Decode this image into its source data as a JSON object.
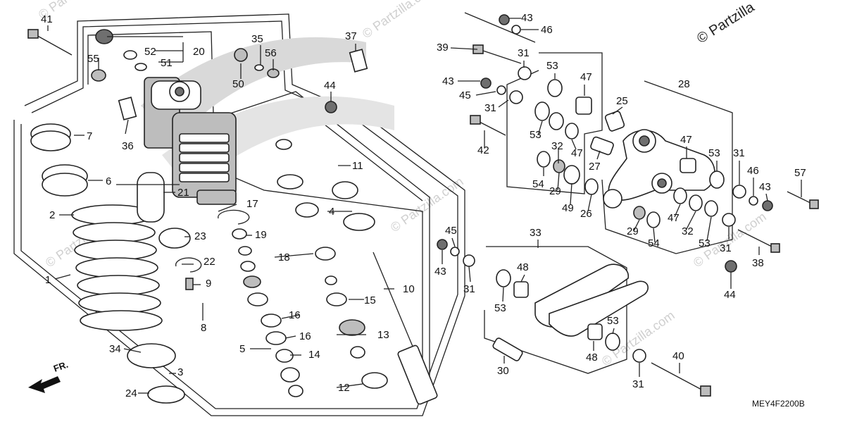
{
  "copyright": "© Partzilla",
  "watermark": "© Partzilla.com",
  "front_label": "FR.",
  "reference_code": "MEY4F2200B",
  "callouts": [
    "1",
    "2",
    "3",
    "4",
    "5",
    "6",
    "7",
    "8",
    "9",
    "10",
    "11",
    "12",
    "13",
    "14",
    "15",
    "16",
    "17",
    "18",
    "19",
    "20",
    "21",
    "22",
    "23",
    "24",
    "25",
    "26",
    "27",
    "28",
    "29",
    "30",
    "31",
    "32",
    "33",
    "34",
    "35",
    "36",
    "37",
    "38",
    "39",
    "40",
    "41",
    "42",
    "43",
    "44",
    "45",
    "46",
    "47",
    "48",
    "49",
    "50",
    "51",
    "52",
    "53",
    "54",
    "55",
    "56",
    "57"
  ]
}
